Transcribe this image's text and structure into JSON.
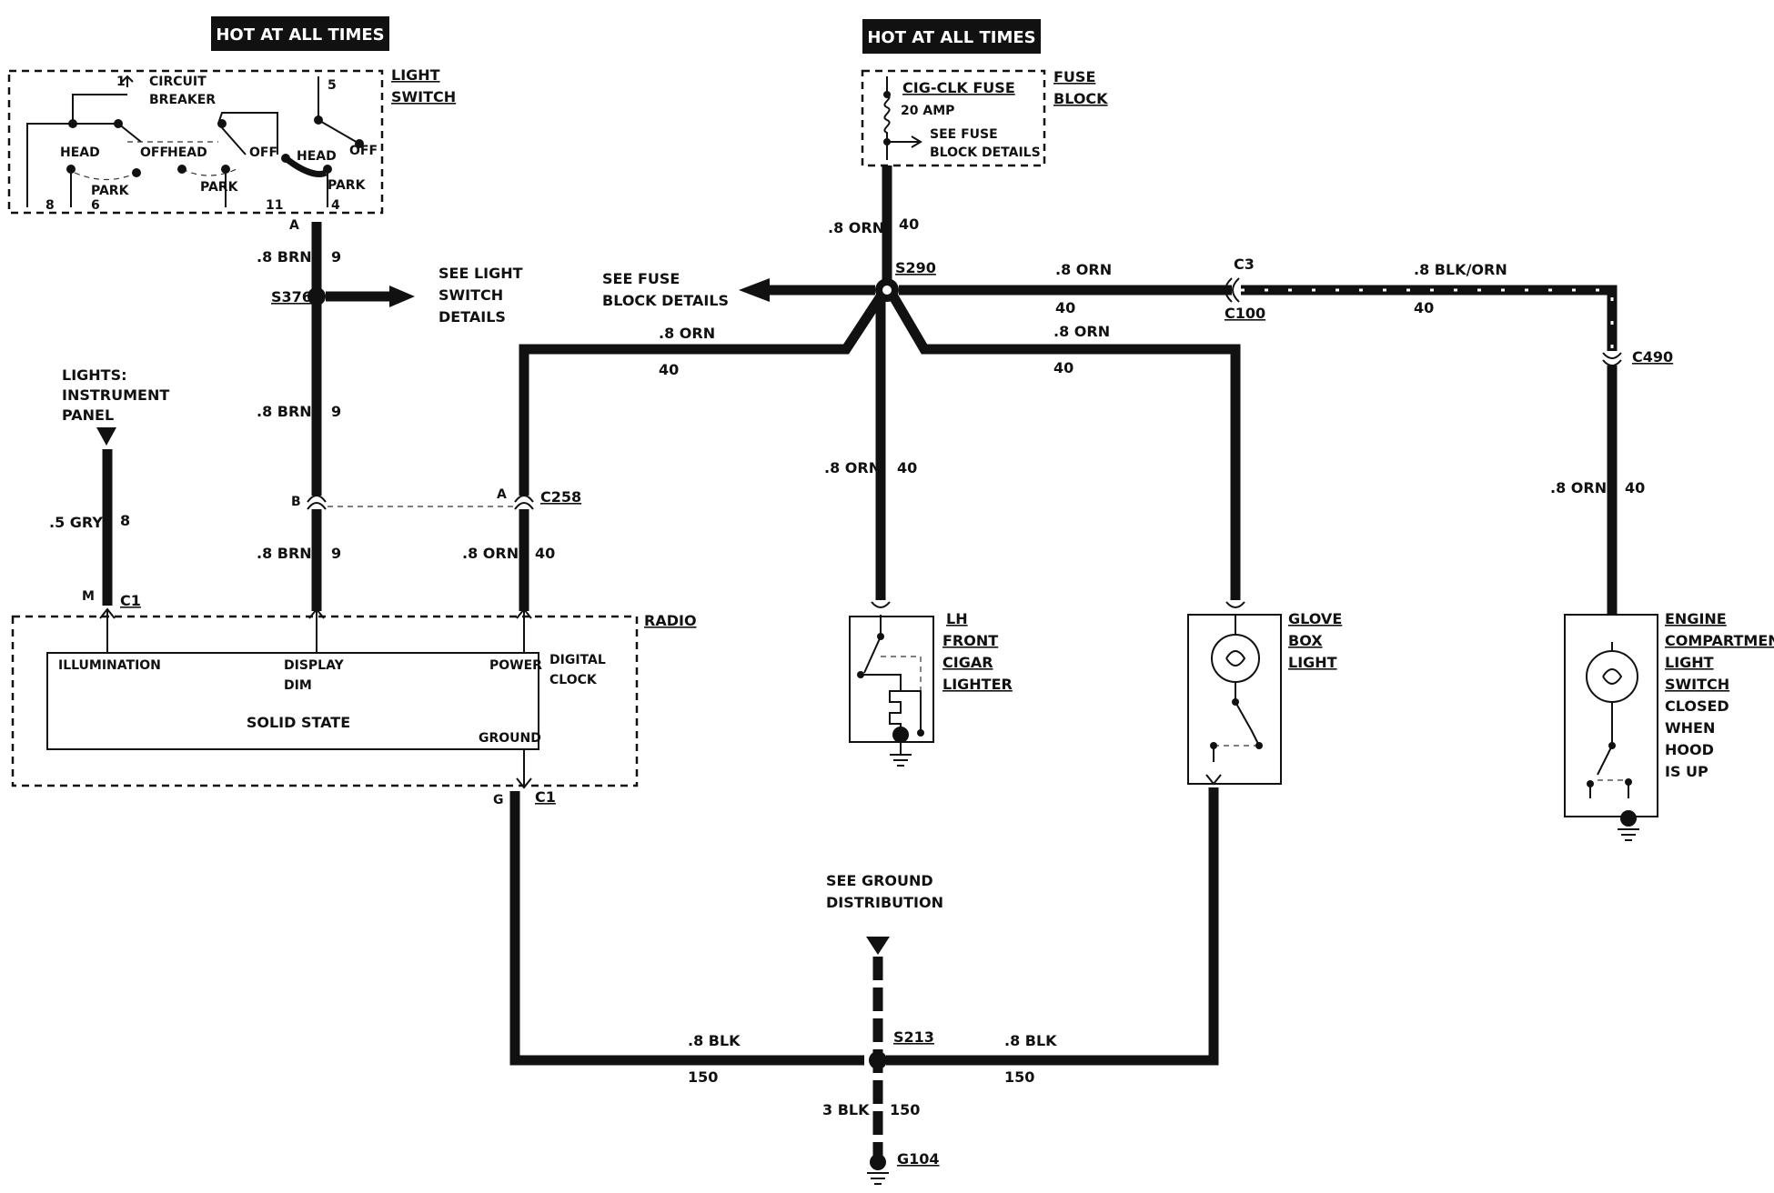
{
  "power_tags": {
    "left": "HOT AT ALL TIMES",
    "right": "HOT AT ALL TIMES"
  },
  "light_switch": {
    "title_line1": "LIGHT",
    "title_line2": "SWITCH",
    "breaker_line1": "CIRCUIT",
    "breaker_line2": "BREAKER",
    "pos_head": "HEAD",
    "pos_off": "OFF",
    "pos_park": "PARK",
    "terminals": [
      "1",
      "5",
      "8",
      "6",
      "11",
      "4"
    ],
    "connector": "A"
  },
  "fuse_block": {
    "title_line1": "FUSE",
    "title_line2": "BLOCK",
    "fuse_name": "CIG-CLK FUSE",
    "rating": "20 AMP",
    "note_line1": "SEE FUSE",
    "note_line2": "BLOCK DETAILS"
  },
  "wires": {
    "brn_top": {
      "size": ".8 BRN",
      "circuit": "9"
    },
    "brn_mid": {
      "size": ".8 BRN",
      "circuit": "9"
    },
    "brn_low": {
      "size": ".8 BRN",
      "circuit": "9"
    },
    "orn_fuse": {
      "size": ".8 ORN",
      "circuit": "40"
    },
    "orn_right": {
      "size": ".8 ORN",
      "circuit": "40"
    },
    "blk_orn": {
      "size": ".8 BLK/ORN",
      "circuit": "40"
    },
    "orn_radio_top": {
      "size": ".8 ORN",
      "circuit": "40"
    },
    "orn_glove_top": {
      "size": ".8 ORN",
      "circuit": "40"
    },
    "orn_cigar": {
      "size": ".8 ORN",
      "circuit": "40"
    },
    "orn_radio_low": {
      "size": ".8 ORN",
      "circuit": "40"
    },
    "orn_engine": {
      "size": ".8 ORN",
      "circuit": "40"
    },
    "gry": {
      "size": ".5 GRY",
      "circuit": "8"
    },
    "blk_left": {
      "size": ".8 BLK",
      "circuit": "150"
    },
    "blk_right": {
      "size": ".8 BLK",
      "circuit": "150"
    },
    "blk_ground": {
      "size": "3 BLK",
      "circuit": "150"
    }
  },
  "splices": {
    "s376": "S376",
    "s290": "S290",
    "s213": "S213"
  },
  "connectors": {
    "c3": "C3",
    "c100": "C100",
    "c490": "C490",
    "c258": "C258",
    "c258_a": "A",
    "c258_b": "B",
    "c1_top": "C1",
    "c1_top_pin": "M",
    "c1_bottom": "C1",
    "c1_bottom_pin": "G"
  },
  "notes": {
    "see_light_line1": "SEE LIGHT",
    "see_light_line2": "SWITCH",
    "see_light_line3": "DETAILS",
    "see_fuse_line1": "SEE FUSE",
    "see_fuse_line2": "BLOCK DETAILS",
    "see_ground_line1": "SEE GROUND",
    "see_ground_line2": "DISTRIBUTION"
  },
  "lights_instrument": {
    "line1": "LIGHTS:",
    "line2": "INSTRUMENT",
    "line3": "PANEL"
  },
  "radio": {
    "title": "RADIO",
    "illumination": "ILLUMINATION",
    "display_line1": "DISPLAY",
    "display_line2": "DIM",
    "power": "POWER",
    "digital_line1": "DIGITAL",
    "digital_line2": "CLOCK",
    "solid_state": "SOLID STATE",
    "ground": "GROUND"
  },
  "cigar_lighter": {
    "line1": "LH",
    "line2": "FRONT",
    "line3": "CIGAR",
    "line4": "LIGHTER"
  },
  "glove_box": {
    "line1": "GLOVE",
    "line2": "BOX",
    "line3": "LIGHT"
  },
  "engine_light": {
    "line1": "ENGINE",
    "line2": "COMPARTMENT",
    "line3": "LIGHT",
    "line4": "SWITCH",
    "line5": "CLOSED",
    "line6": "WHEN",
    "line7": "HOOD",
    "line8": "IS UP"
  },
  "ground": {
    "label": "G104"
  }
}
